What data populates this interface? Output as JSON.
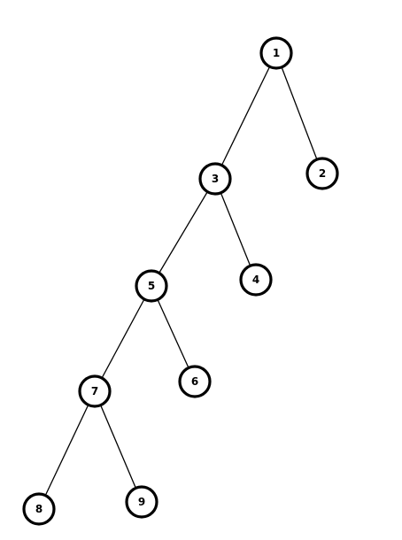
{
  "diagram": {
    "type": "binary-tree",
    "nodes": [
      {
        "id": "1",
        "label": "1"
      },
      {
        "id": "2",
        "label": "2"
      },
      {
        "id": "3",
        "label": "3"
      },
      {
        "id": "4",
        "label": "4"
      },
      {
        "id": "5",
        "label": "5"
      },
      {
        "id": "6",
        "label": "6"
      },
      {
        "id": "7",
        "label": "7"
      },
      {
        "id": "8",
        "label": "8"
      },
      {
        "id": "9",
        "label": "9"
      }
    ],
    "edges": [
      {
        "from": "1",
        "to": "3"
      },
      {
        "from": "1",
        "to": "2"
      },
      {
        "from": "3",
        "to": "5"
      },
      {
        "from": "3",
        "to": "4"
      },
      {
        "from": "5",
        "to": "7"
      },
      {
        "from": "5",
        "to": "6"
      },
      {
        "from": "7",
        "to": "8"
      },
      {
        "from": "7",
        "to": "9"
      }
    ],
    "colors": {
      "stroke": "#000000",
      "fill": "#ffffff",
      "text": "#000000"
    }
  }
}
